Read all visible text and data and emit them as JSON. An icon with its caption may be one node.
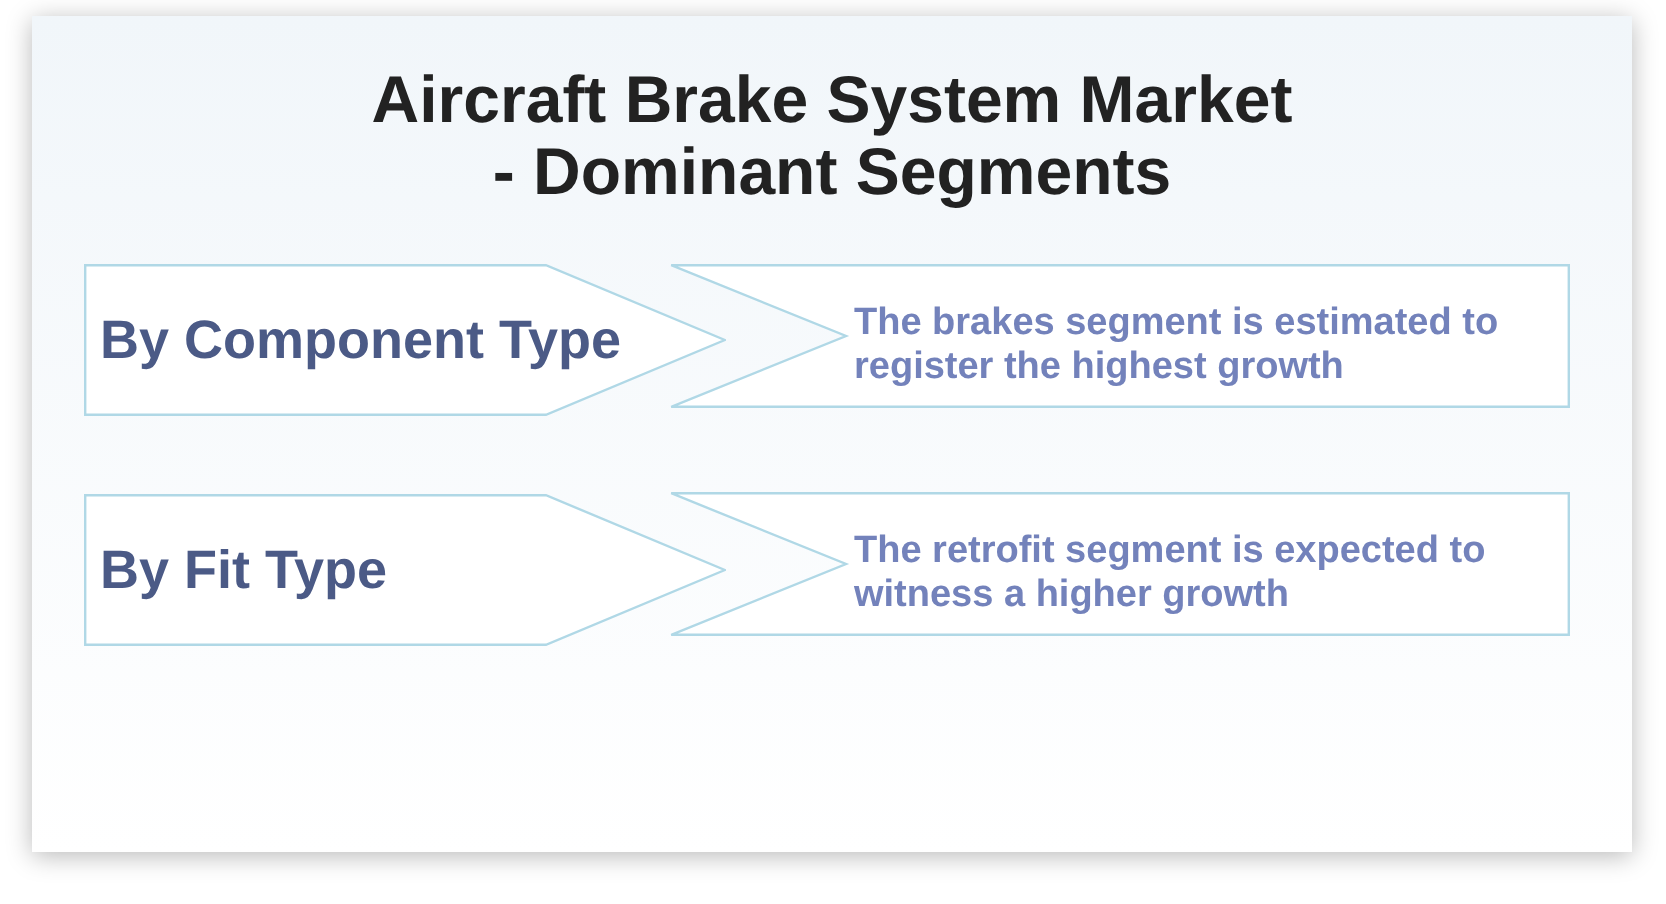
{
  "diagram": {
    "title": "Aircraft Brake System Market - Dominant Segments",
    "nodes": [
      {
        "text": [
          "By Component Type"
        ]
      },
      {
        "text": [
          "The brakes segment is estimated to register the highest growth"
        ]
      },
      {
        "text": [
          "By Fit Type"
        ]
      },
      {
        "text": [
          "The retrofit segment is expected to witness a higher growth"
        ]
      }
    ]
  }
}
